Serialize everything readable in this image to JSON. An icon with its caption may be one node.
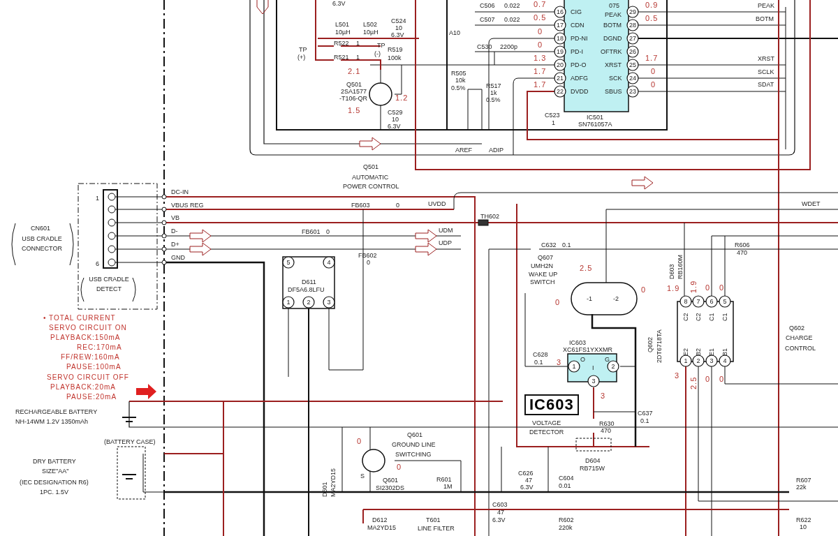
{
  "diagram": {
    "nodes": [
      {
        "text": [
          "IC603"
        ]
      }
    ],
    "labels": [
      "6.3V",
      "C506",
      "0.022",
      "0.7",
      "16",
      "CIG",
      "075",
      "PEAK",
      "29",
      "0.9",
      "PEAK",
      "L501",
      "10µH",
      "L502",
      "10µH",
      "C524",
      "10",
      "6.3V",
      "C507",
      "0.022",
      "0.5",
      "17",
      "CDN",
      "BOTM",
      "28",
      "0.5",
      "BOTM",
      "A10",
      "0",
      "18",
      "PD-NI",
      "DGND",
      "27",
      "TP",
      "(+)",
      "R522",
      "1",
      "TP",
      "(-)",
      "R519",
      "100k",
      "C530",
      "2200p",
      "0",
      "19",
      "PD-I",
      "OFTRK",
      "26",
      "R521",
      "1",
      "1.3",
      "20",
      "PD-O",
      "XRST",
      "25",
      "1.7",
      "XRST",
      "2.1",
      "R505",
      "10k",
      "0.5%",
      "1.7",
      "21",
      "ADFG",
      "SCK",
      "24",
      "0",
      "SCLK",
      "R517",
      "1k",
      "0.5%",
      "Q501",
      "2SA1577",
      "-T106-QR",
      "1.2",
      "1.7",
      "22",
      "DVDD",
      "SBUS",
      "23",
      "0",
      "SDAT",
      "1.5",
      "C529",
      "10",
      "6.3V",
      "C523",
      "1",
      "IC501",
      "SN761057A",
      "AREF",
      "ADIP",
      "Q501",
      "AUTOMATIC",
      "POWER CONTROL",
      "1",
      "DC-IN",
      "VBUS REG",
      "FB603",
      "0",
      "UVDD",
      "WDET",
      "VB",
      "TH602",
      "CN601",
      "USB CRADLE CONNECTOR",
      "D-",
      "FB601",
      "0",
      "UDM",
      "D+",
      "UDP",
      "C632",
      "0.1",
      "R606",
      "470",
      "GND",
      "6",
      "5",
      "4",
      "FB602",
      "0",
      "Q607",
      "UMH2N",
      "WAKE UP",
      "SWITCH",
      "D603",
      "RB160M",
      "2.5",
      "1.9",
      "1.9",
      "0",
      "0",
      "USB CRADLE DETECT",
      "D611",
      "DF5A6.8LFU",
      "0",
      "1",
      "2",
      "3",
      "0",
      "-1",
      "-2",
      "8",
      "7",
      "6",
      "5",
      "• TOTAL CURRENT",
      "C2",
      "C2",
      "C1",
      "C1",
      "SERVO CIRCUIT ON",
      "Q602",
      "CHARGE",
      "CONTROL",
      "Q602",
      "2DT6718TA",
      "PLAYBACK:150mA",
      "REC:170mA",
      "FF/REW:160mA",
      "PAUSE:100mA",
      "IC603",
      "XC61FS1YXXMR",
      "E2",
      "B2",
      "E1",
      "B1",
      "C628",
      "0.1",
      "O",
      "G",
      "I",
      "3",
      "1",
      "2",
      "1",
      "2",
      "3",
      "4",
      "SERVO CIRCUIT OFF",
      "3",
      "3",
      "2.5",
      "0",
      "0",
      "PLAYBACK:20mA",
      "PAUSE:20mA",
      "3",
      "RECHARGEABLE BATTERY",
      "NH-14WM 1.2V 1350mAh",
      "VOLTAGE",
      "C637",
      "0.1",
      "R630",
      "DETECTOR",
      "470",
      "(BATTERY CASE)",
      "0",
      "Q601",
      "GROUND LINE",
      "SWITCHING",
      "DRY BATTERY",
      "D604",
      "RB715W",
      "0",
      "SIZE\"AA\"",
      "S",
      "D601",
      "MA2YD15",
      "Q601",
      "SI2302DS",
      "R601",
      "1M",
      "C626",
      "47",
      "6.3V",
      "C604",
      "0.01",
      "(IEC DESIGNATION R6)",
      "1PC. 1.5V",
      "R607",
      "22k",
      "C603",
      "47",
      "D612",
      "T601",
      "6.3V",
      "R602",
      "R622",
      "MA2YD15",
      "LINE FILTER",
      "220k",
      "10"
    ]
  }
}
